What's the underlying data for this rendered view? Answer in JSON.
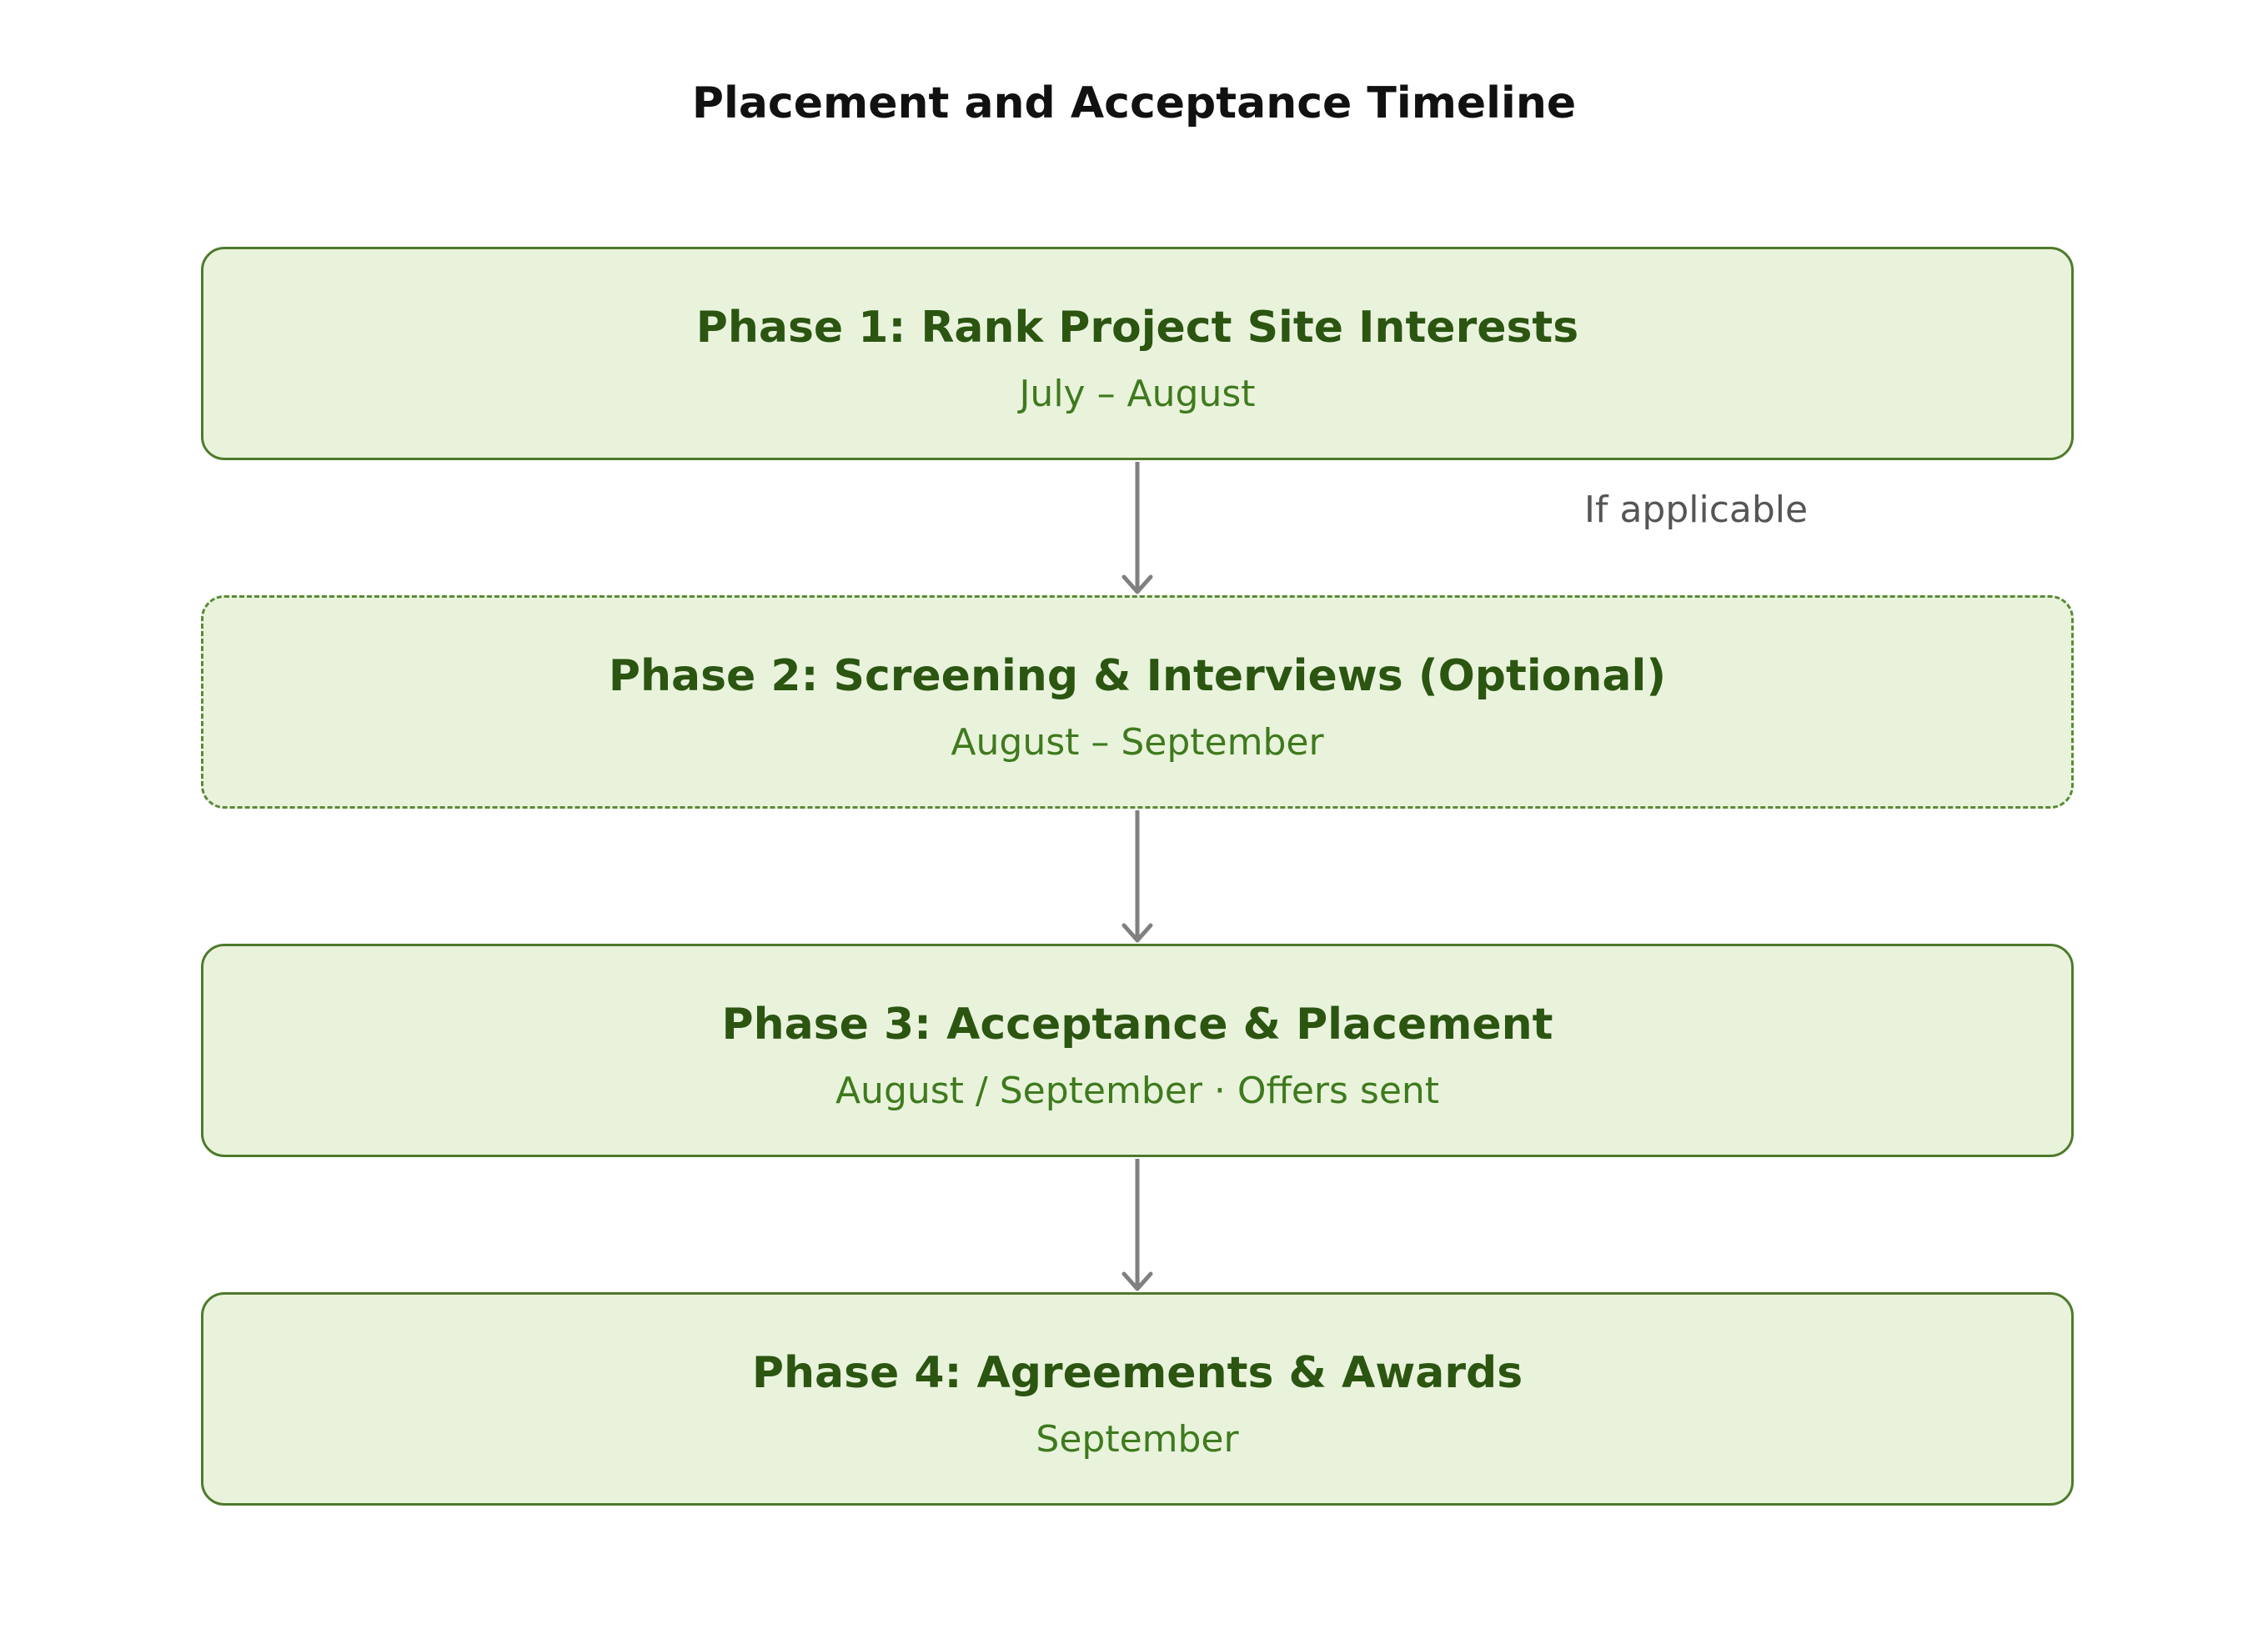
{
  "title": "Placement and Acceptance Timeline",
  "phases": [
    {
      "title": "Phase 1: Rank Project Site Interests",
      "subtitle": "July – August"
    },
    {
      "title": "Phase 2: Screening & Interviews (Optional)",
      "subtitle": "August – September"
    },
    {
      "title": "Phase 3: Acceptance & Placement",
      "subtitle": "August / September · Offers sent"
    },
    {
      "title": "Phase 4: Agreements & Awards",
      "subtitle": "September"
    }
  ],
  "edges": [
    {
      "from": "phase-1",
      "to": "phase-2",
      "label": "If applicable"
    },
    {
      "from": "phase-2",
      "to": "phase-3",
      "label": ""
    },
    {
      "from": "phase-3",
      "to": "phase-4",
      "label": ""
    }
  ],
  "colors": {
    "box_fill": "#e9f3dc",
    "box_border": "#4e7a2c",
    "title_text": "#2b5511",
    "subtitle_text": "#3f7a1e",
    "arrow": "#808080"
  }
}
